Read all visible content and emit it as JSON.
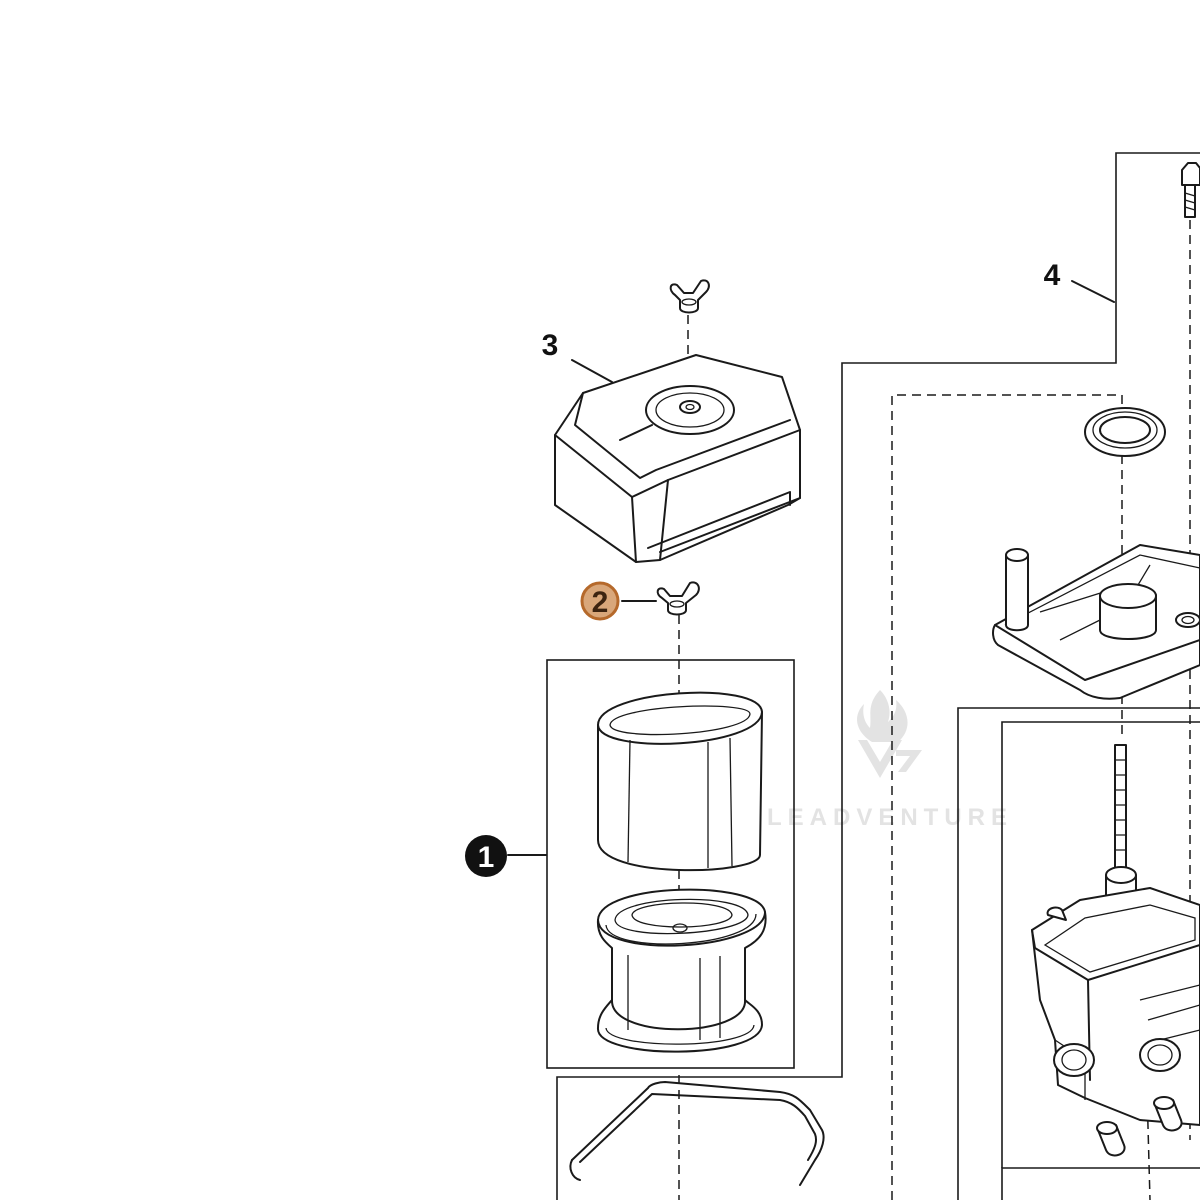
{
  "callouts": {
    "item_1": "1",
    "item_2": "2",
    "item_3": "3",
    "item_4": "4"
  },
  "watermark": {
    "text": "LEADVENTURE",
    "icon": "flame-chevron-logo-icon"
  },
  "colors": {
    "line": "#1a1a1a",
    "highlight_fill": "#d9a77a",
    "highlight_stroke": "#b5692b",
    "highlight_text": "#3d2410",
    "badge_dark": "#111111",
    "watermark": "#e0e0e0"
  }
}
